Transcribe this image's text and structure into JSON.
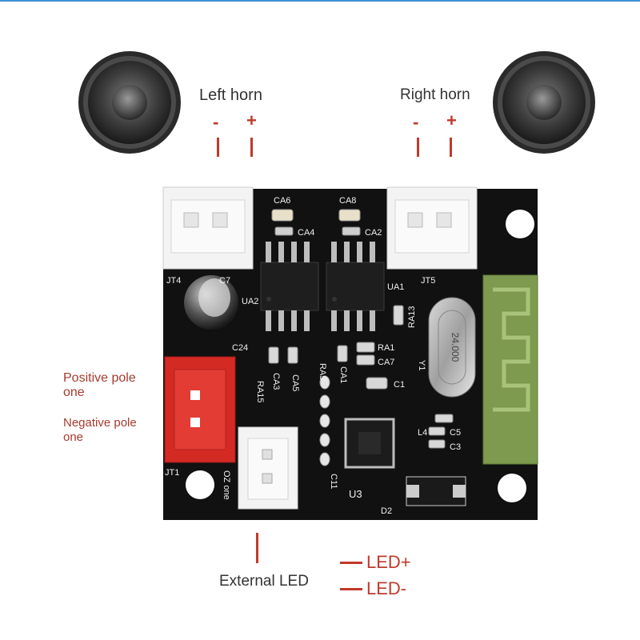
{
  "labels": {
    "left_horn": "Left horn",
    "right_horn": "Right horn",
    "minus": "-",
    "plus": "+",
    "positive_pole": "Positive pole one",
    "negative_pole": "Negative pole one",
    "external_led": "External LED",
    "led_plus": "LED+",
    "led_minus": "LED-"
  },
  "board": {
    "silkscreen": {
      "ca6": "CA6",
      "ca8": "CA8",
      "ca4": "CA4",
      "ca2": "CA2",
      "jt4": "JT4",
      "c7": "C7",
      "ua2": "UA2",
      "ua1": "UA1",
      "jt5": "JT5",
      "ra13": "RA13",
      "c24": "C24",
      "ra5": "RA5",
      "ra1": "RA1",
      "ca7": "CA7",
      "ca3": "CA3",
      "ca5": "CA5",
      "ra15": "RA15",
      "ca1": "CA1",
      "c1": "C1",
      "y1": "Y1",
      "crystal": "24.000",
      "l4": "L4",
      "c5": "C5",
      "c3": "C3",
      "c11": "C11",
      "u3": "U3",
      "d2": "D2",
      "jt1": "JT1",
      "oz": "OZ one"
    }
  },
  "colors": {
    "annotation_red": "#c0392b",
    "board_black": "#111111",
    "connector_red": "#d42a24",
    "antenna_green": "#7d9a4f"
  }
}
